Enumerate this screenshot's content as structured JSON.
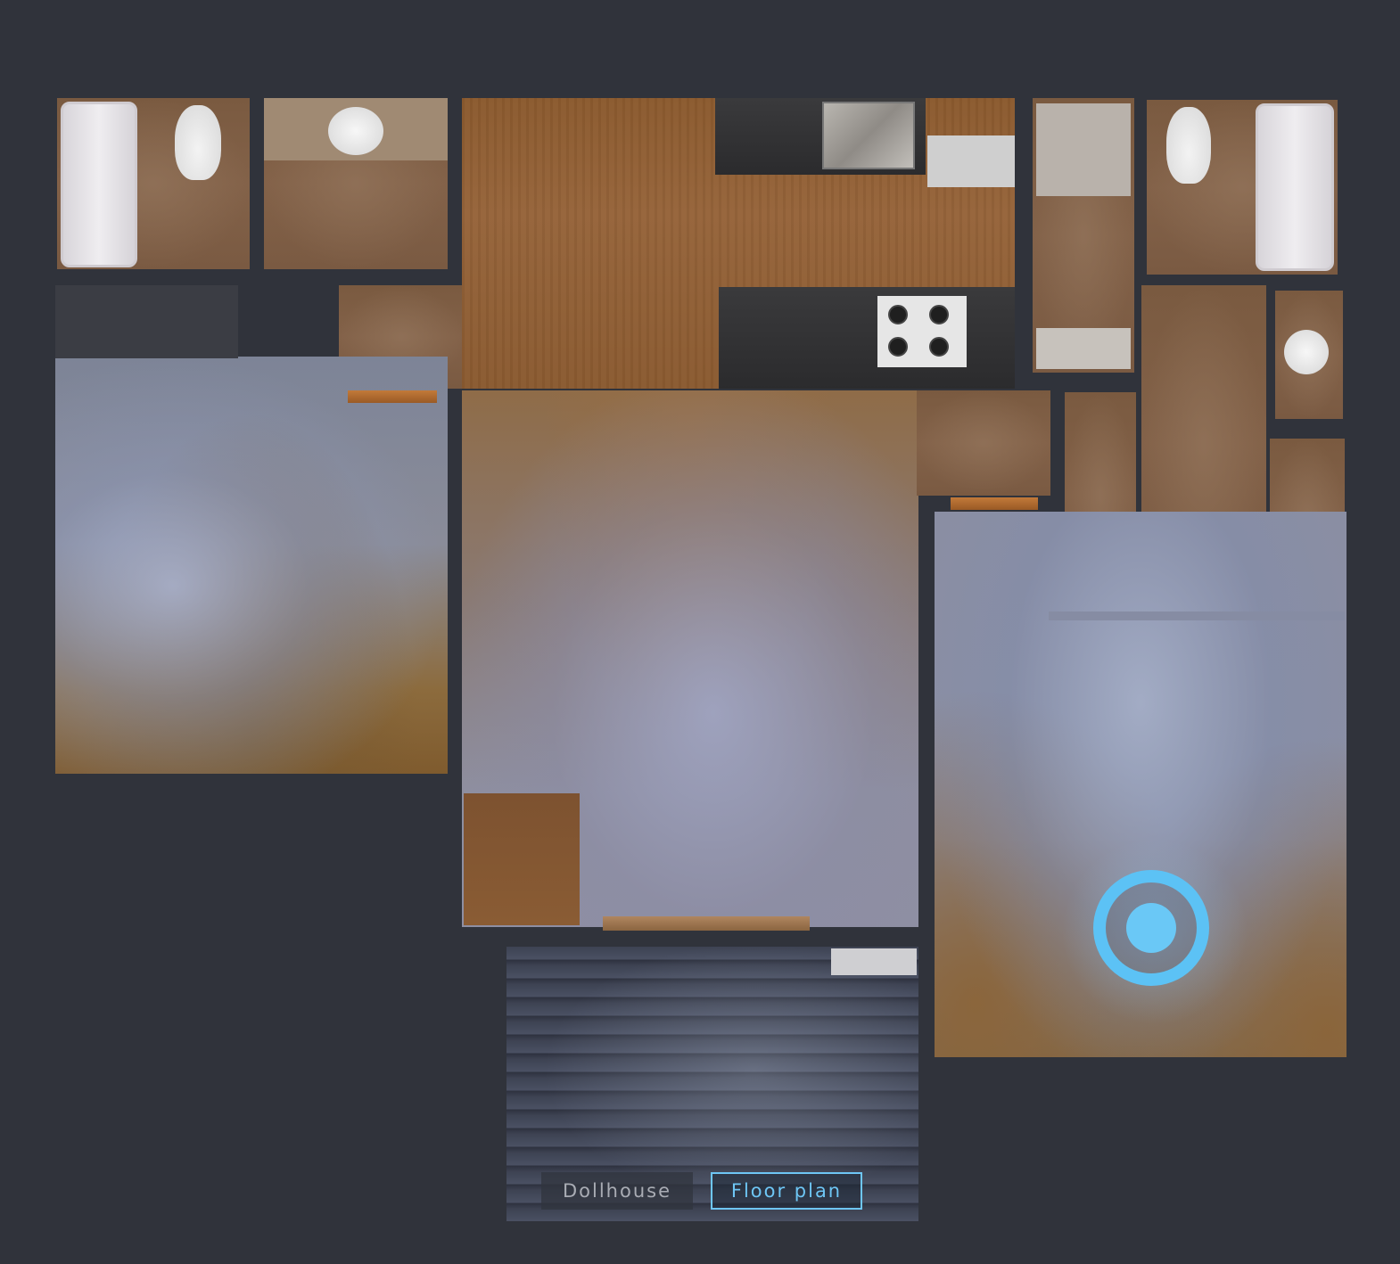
{
  "view_modes": {
    "dollhouse_label": "Dollhouse",
    "floor_plan_label": "Floor plan",
    "active": "Floor plan"
  },
  "colors": {
    "background": "#30333b",
    "accent": "#6ec6f5",
    "marker": "#5cc2f5"
  },
  "icons": {
    "position_marker": "location-target-icon"
  }
}
